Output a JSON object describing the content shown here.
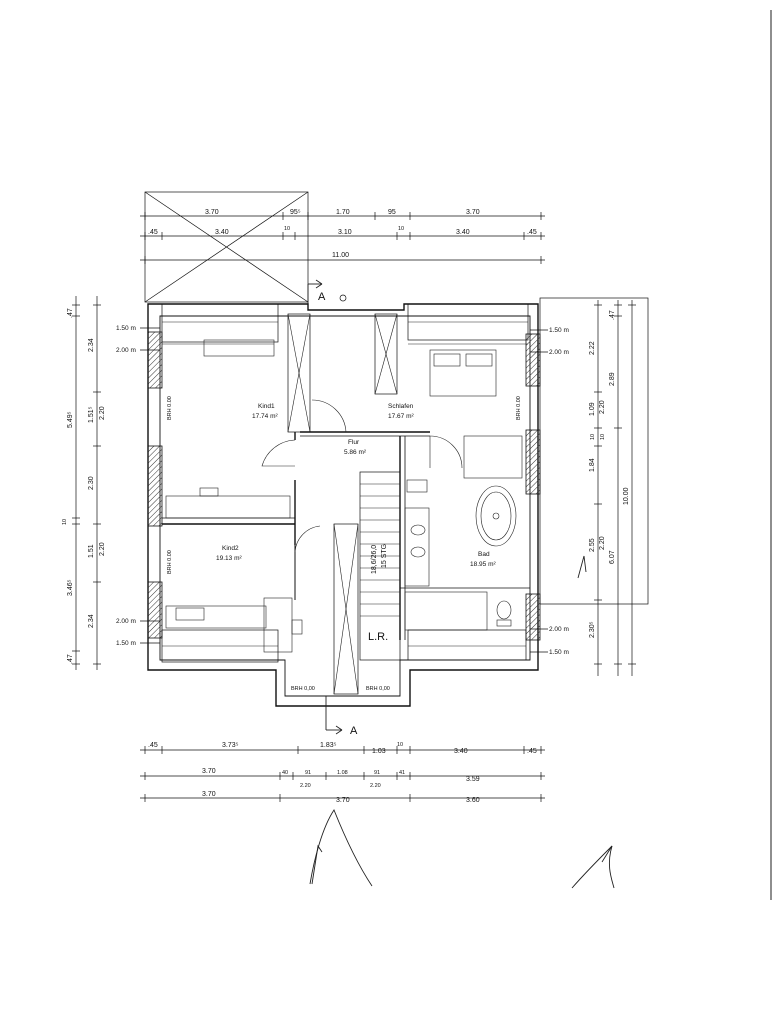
{
  "plan": {
    "rooms": [
      {
        "id": "kind1",
        "name": "Kind1",
        "area": "17.74 m²",
        "brh": "BRH 0.00"
      },
      {
        "id": "schlafen",
        "name": "Schlafen",
        "area": "17.67 m²",
        "brh": "BRH 0.00"
      },
      {
        "id": "flur",
        "name": "Flur",
        "area": "5.86 m²"
      },
      {
        "id": "kind2",
        "name": "Kind2",
        "area": "19.13 m²",
        "brh": "BRH 0.00"
      },
      {
        "id": "bad",
        "name": "Bad",
        "area": "18.95 m²"
      }
    ],
    "labels": {
      "section_mark": "A",
      "stair_code": "18,6/26,0",
      "stair_steps": "15 STG",
      "lr": "L.R.",
      "brh_bottom": "BRH 0,00"
    },
    "top_dims": {
      "row1": [
        "3.70",
        "95⁵",
        "1.70",
        "95",
        "3.70"
      ],
      "row2": [
        ".45",
        "3.40",
        "10",
        "3.10",
        "10",
        "3.40",
        ".45"
      ],
      "row3": [
        "11.00"
      ]
    },
    "bottom_dims": {
      "row1": [
        ".45",
        "3.73⁵",
        "1.83⁵",
        "1.03",
        "10",
        "3.40",
        ".45"
      ],
      "row2": [
        "3.70",
        "40",
        "91",
        "2.20",
        "1.08",
        "91",
        "2.20",
        "41",
        "3.59"
      ],
      "row3": [
        "3.70",
        "3.70",
        "3.60"
      ]
    },
    "left_dims": {
      "outer": [
        ".47",
        "5.49⁵",
        "10",
        "3.46⁵",
        ".47"
      ],
      "inner": [
        "2.34",
        "1.51⁵",
        "2.20",
        "2.30",
        "1.51",
        "2.20",
        "2.34"
      ]
    },
    "right_dims": {
      "col1": [
        "2.22",
        "1.09",
        "10",
        "1.84",
        "2.55",
        "2.30⁵"
      ],
      "col2": [
        ".47",
        "2.89",
        "2.20",
        "2.20"
      ],
      "col3": [
        "6.07"
      ],
      "col4": [
        "10.00"
      ]
    },
    "window_heights": {
      "upper_left": [
        "1.50 m",
        "2.00 m"
      ],
      "lower_left": [
        "2.00 m",
        "1.50 m"
      ],
      "upper_right": [
        "1.50 m",
        "2.00 m"
      ],
      "lower_right": [
        "2.00 m",
        "1.50 m"
      ]
    }
  }
}
